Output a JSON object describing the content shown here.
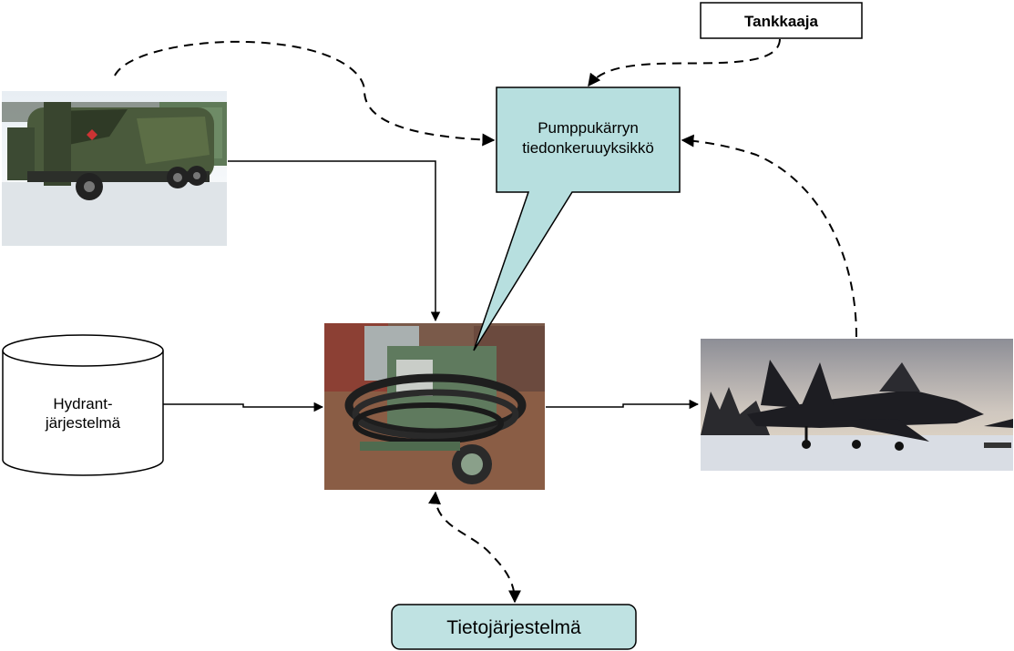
{
  "nodes": {
    "tankkaaja": {
      "label": "Tankkaaja"
    },
    "data_unit": {
      "line1": "Pumppukärryn",
      "line2": "tiedonkeruuyksikkö"
    },
    "hydrant": {
      "line1": "Hydrant-",
      "line2": "järjestelmä"
    },
    "tietojarjestelma": {
      "label": "Tietojärjestelmä"
    }
  },
  "images": {
    "fuel_truck": "fuel-truck-photo",
    "pump_cart": "pump-cart-photo",
    "fighter_jet": "fighter-jet-photo"
  },
  "colors": {
    "callout_fill": "#b7dfdf",
    "system_fill": "#bfe2e2",
    "stroke": "#000000"
  }
}
